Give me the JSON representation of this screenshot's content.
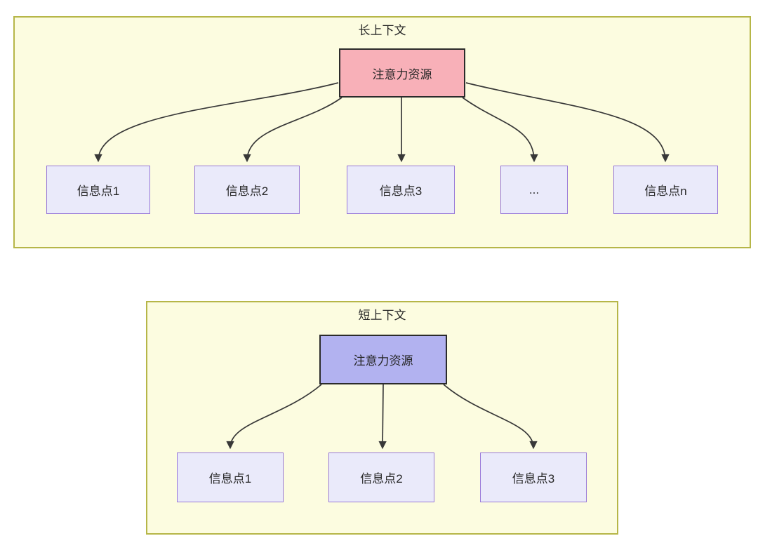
{
  "diagrams": [
    {
      "title": "长上下文",
      "hub": {
        "label": "注意力资源"
      },
      "nodes": [
        {
          "label": "信息点1"
        },
        {
          "label": "信息点2"
        },
        {
          "label": "信息点3"
        },
        {
          "label": "..."
        },
        {
          "label": "信息点n"
        }
      ]
    },
    {
      "title": "短上下文",
      "hub": {
        "label": "注意力资源"
      },
      "nodes": [
        {
          "label": "信息点1"
        },
        {
          "label": "信息点2"
        },
        {
          "label": "信息点3"
        }
      ]
    }
  ],
  "colors": {
    "page_bg": "#ffffff",
    "container_fill": "#fcfce0",
    "container_border": "#b6b648",
    "hub_long_fill": "#f8b0b8",
    "hub_short_fill": "#b2b2f0",
    "hub_border": "#2b2b2b",
    "node_fill": "#eaeafa",
    "node_border": "#9878d8",
    "arrow": "#383838",
    "text": "#262626"
  }
}
